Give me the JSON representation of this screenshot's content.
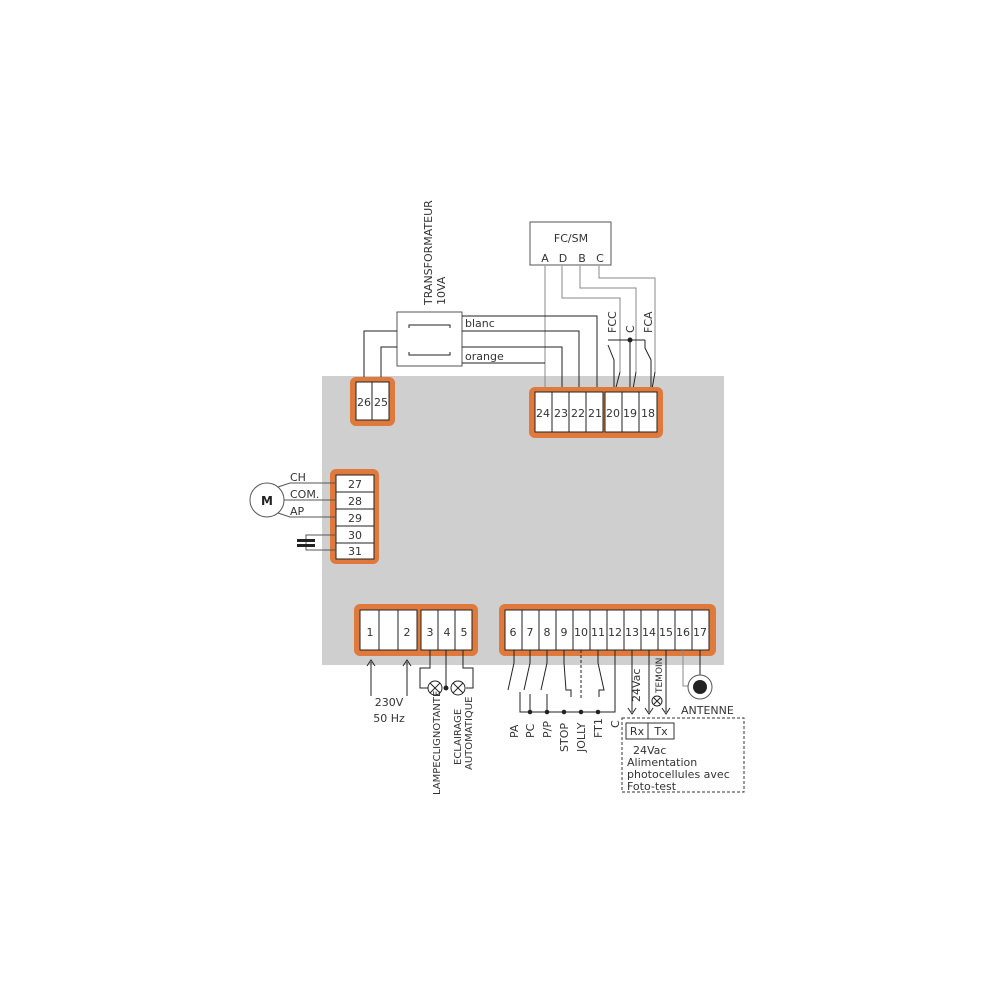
{
  "colors": {
    "board": "#cfcfcf",
    "terminal_block": "#e07a3c",
    "wire": "#222222",
    "wire_grey": "#888888"
  },
  "fcsm": {
    "title": "FC/SM",
    "pins": [
      "A",
      "D",
      "B",
      "C"
    ]
  },
  "transformer": {
    "title": "TRANSFORMATEUR",
    "rating": "10VA",
    "wire_top": "blanc",
    "wire_bottom": "orange"
  },
  "limit_switches": {
    "fcc": "FCC",
    "c": "C",
    "fca": "FCA"
  },
  "blocks": {
    "top_left": [
      "26",
      "25"
    ],
    "top_right_a": [
      "24",
      "23",
      "22",
      "21"
    ],
    "top_right_b": [
      "20",
      "19",
      "18"
    ],
    "motor": [
      "27",
      "28",
      "29",
      "30",
      "31"
    ],
    "bottom_left_a": [
      "1",
      "",
      "2"
    ],
    "bottom_left_b": [
      "3",
      "4",
      "5"
    ],
    "bottom_right": [
      "6",
      "7",
      "8",
      "9",
      "10",
      "11",
      "12",
      "13",
      "14",
      "15",
      "16",
      "17"
    ]
  },
  "motor": {
    "symbol": "M",
    "wires": [
      "CH",
      "COM.",
      "AP"
    ]
  },
  "power": {
    "voltage": "230V",
    "frequency": "50 Hz"
  },
  "lamps": {
    "flashing": "LAMPECLIGNOTANTE",
    "courtesy_1": "ECLAIRAGE",
    "courtesy_2": "AUTOMATIQUE"
  },
  "inputs": [
    "PA",
    "PC",
    "P/P",
    "STOP",
    "JOLLY",
    "FT1",
    "C"
  ],
  "outputs": {
    "supply": "24Vac",
    "lamp": "TEMOIN",
    "antenna": "ANTENNE"
  },
  "photocells": {
    "rx": "Rx",
    "tx": "Tx",
    "line1": "24Vac",
    "line2": "Alimentation",
    "line3": "photocellules avec",
    "line4": "Foto-test"
  }
}
